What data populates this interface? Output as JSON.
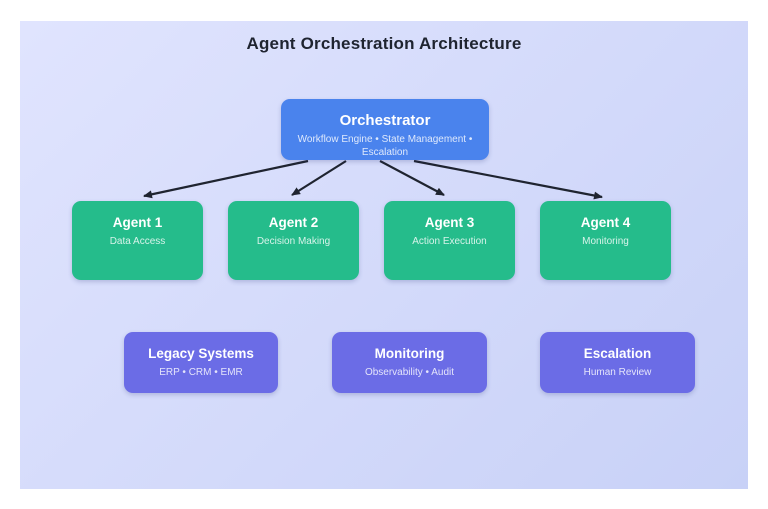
{
  "title": "Agent Orchestration Architecture",
  "diagram": {
    "orchestrator": {
      "title": "Orchestrator",
      "subtitle": "Workflow Engine • State Management • Escalation"
    },
    "agents": [
      {
        "title": "Agent 1",
        "subtitle": "Data Access"
      },
      {
        "title": "Agent 2",
        "subtitle": "Decision Making"
      },
      {
        "title": "Agent 3",
        "subtitle": "Action Execution"
      },
      {
        "title": "Agent 4",
        "subtitle": "Monitoring"
      }
    ],
    "systems": [
      {
        "title": "Legacy Systems",
        "subtitle": "ERP • CRM • EMR"
      },
      {
        "title": "Monitoring",
        "subtitle": "Observability • Audit"
      },
      {
        "title": "Escalation",
        "subtitle": "Human Review"
      }
    ],
    "edges": [
      {
        "from": "orchestrator",
        "to": "agent-1"
      },
      {
        "from": "orchestrator",
        "to": "agent-2"
      },
      {
        "from": "orchestrator",
        "to": "agent-3"
      },
      {
        "from": "orchestrator",
        "to": "agent-4"
      }
    ]
  },
  "colors": {
    "canvas_top": "#e0e4fe",
    "canvas_bottom": "#c8d1f7",
    "orchestrator_fill": "#4a83ed",
    "agent_fill": "#25bc8b",
    "system_fill": "#6b6ce6",
    "arrow": "#1f2430",
    "title_text": "#1f2430"
  }
}
